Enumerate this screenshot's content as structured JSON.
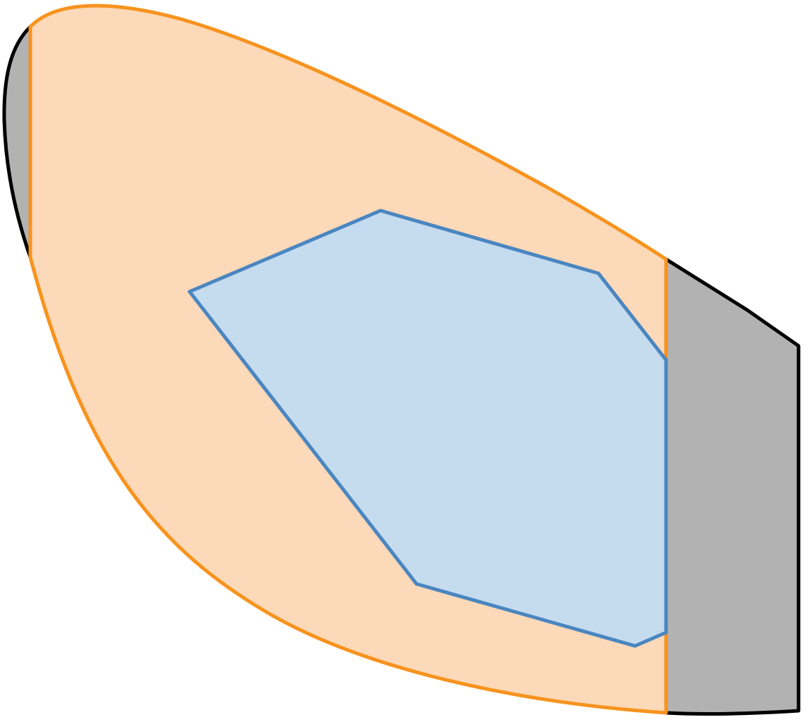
{
  "diagram": {
    "regions": [
      {
        "id": "outer-region",
        "fill": "#b3b2b3",
        "stroke": "#000000"
      },
      {
        "id": "middle-region",
        "fill": "#fcd9b8",
        "stroke": "#f7931e"
      },
      {
        "id": "inner-region",
        "fill": "#c5dbee",
        "stroke": "#4a86c0"
      }
    ]
  }
}
